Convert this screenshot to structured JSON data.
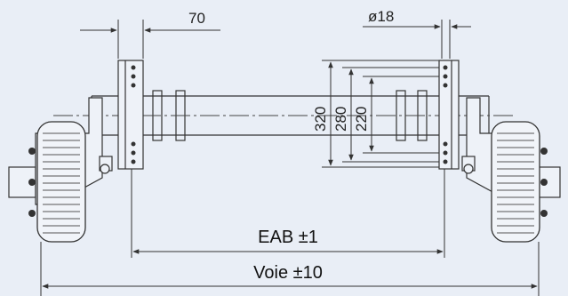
{
  "dimensions": {
    "flange_offset": "70",
    "bolt_hole_diameter": "ø18",
    "spacing_outer": "320",
    "spacing_middle": "280",
    "spacing_inner": "220"
  },
  "labels": {
    "eab": "EAB ±1",
    "voie": "Voie ±10"
  },
  "colors": {
    "background": "#e9eef6",
    "line": "#333333",
    "hatch": "#555555"
  }
}
